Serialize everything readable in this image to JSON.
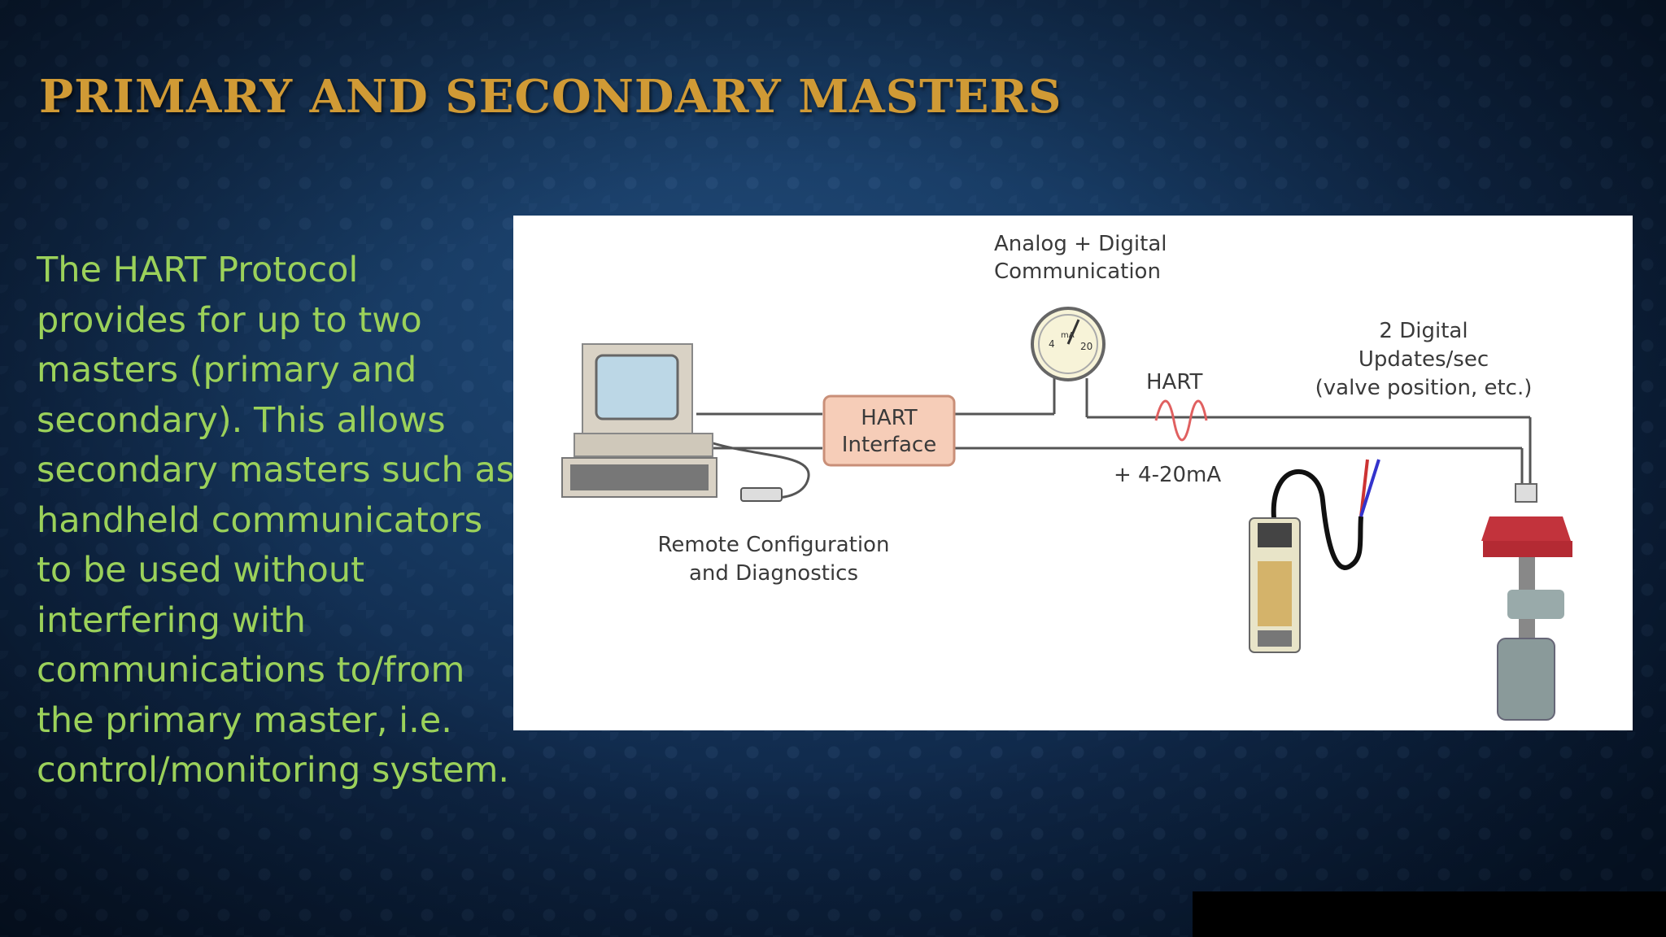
{
  "slide": {
    "title": "PRIMARY AND SECONDARY MASTERS",
    "body_lines": [
      "The HART Protocol",
      "provides for up to two",
      "masters (primary and",
      "secondary). This allows",
      "secondary masters such as",
      "handheld communicators",
      "to be used without",
      "interfering with",
      "communications to/from",
      "the primary master, i.e.",
      "control/monitoring system."
    ],
    "colors": {
      "title": "#d09a35",
      "body_text": "#9bd15a",
      "background": "#173a62"
    }
  },
  "diagram": {
    "analog_digital": [
      "Analog + Digital",
      "Communication"
    ],
    "hart_interface": [
      "HART",
      "Interface"
    ],
    "hart_label": "HART",
    "current_label": "+ 4-20mA",
    "updates": [
      "2 Digital",
      "Updates/sec",
      "(valve position, etc.)"
    ],
    "remote": [
      "Remote Configuration",
      "and Diagnostics"
    ],
    "meter_scale": [
      "4",
      "mA",
      "20"
    ],
    "icons": [
      "computer-icon",
      "gauge-icon",
      "handheld-communicator-icon",
      "control-valve-icon"
    ]
  }
}
